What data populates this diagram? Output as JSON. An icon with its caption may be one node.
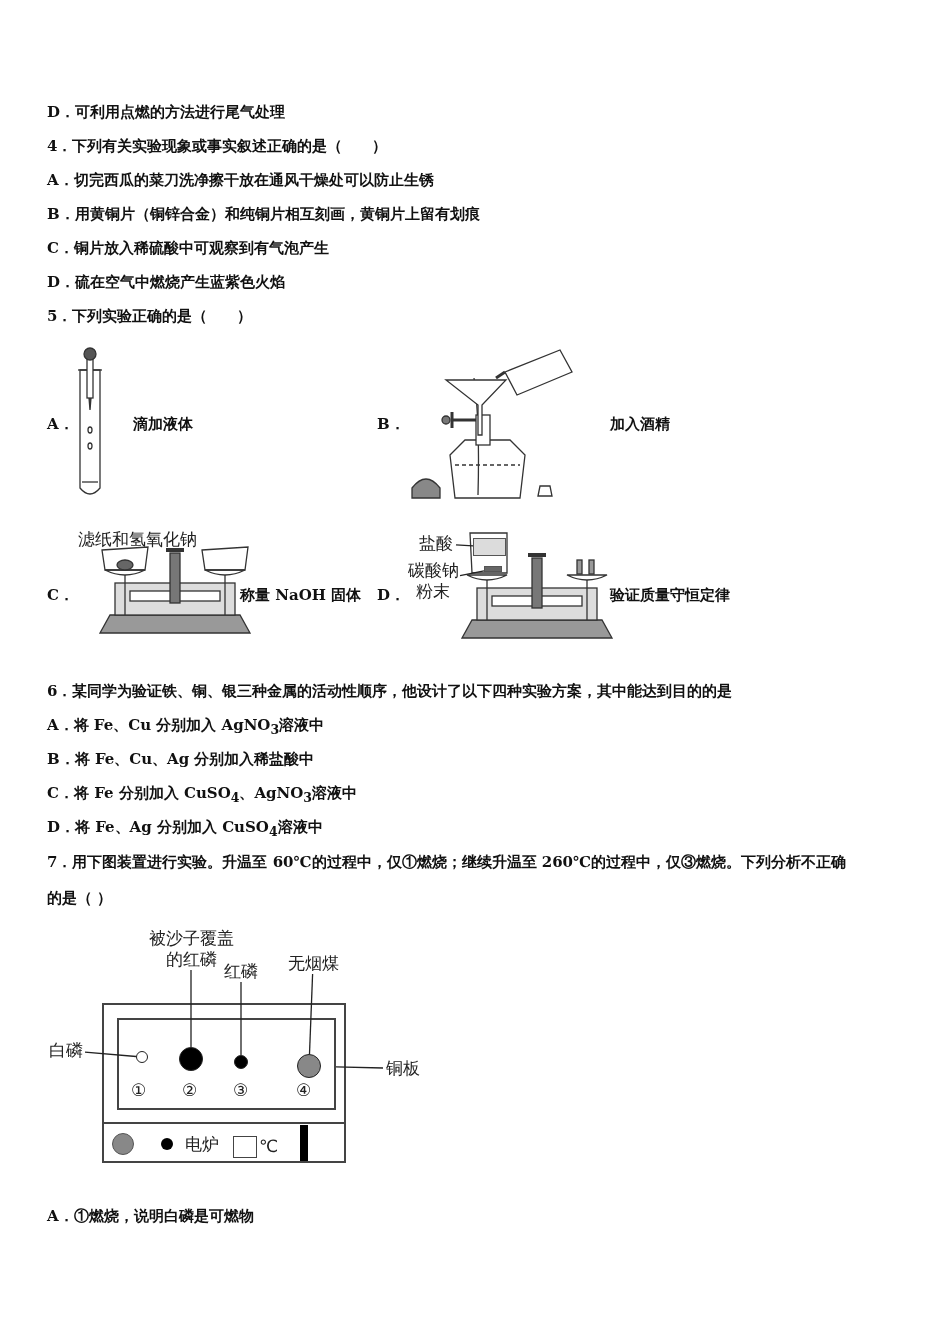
{
  "diagram": {
    "nodes": [
      {
        "text": [
          "盐酸"
        ]
      },
      {
        "text": [
          "碳酸钠粉末"
        ]
      },
      {
        "text": [
          "被沙子覆盖的红磷"
        ]
      },
      {
        "text": [
          "红磷"
        ]
      },
      {
        "text": [
          "无烟煤"
        ]
      },
      {
        "text": [
          "白磷"
        ]
      },
      {
        "text": [
          "铜板"
        ]
      },
      {
        "text": [],
        "shape": "box"
      },
      {
        "text": [],
        "shape": "box",
        "in": 7
      },
      {
        "text": [],
        "shape": "circle",
        "in": 8
      },
      {
        "text": [],
        "shape": "circle",
        "in": 8
      },
      {
        "text": [],
        "shape": "circle",
        "in": 8
      },
      {
        "text": [],
        "shape": "circle",
        "in": 8
      },
      {
        "text": [],
        "shape": "box"
      },
      {
        "text": [],
        "shape": "box"
      }
    ],
    "edges": [
      {
        "from": 0,
        "to": 13,
        "arrow": "none"
      },
      {
        "from": 1,
        "to": 14,
        "arrow": "none"
      },
      {
        "from": 2,
        "to": 10,
        "arrow": "none"
      },
      {
        "from": 3,
        "to": 11,
        "arrow": "none"
      },
      {
        "from": 4,
        "to": 12,
        "arrow": "none"
      },
      {
        "from": 5,
        "to": 9,
        "arrow": "none"
      },
      {
        "from": 6,
        "to": 8,
        "arrow": "none"
      }
    ],
    "labels": [
      "D．可利用点燃的方法进行尾气处理",
      "4．下列有关实验现象或事实叙述正确的是（　　）",
      "A．切完西瓜的菜刀洗净擦干放在通风干燥处可以防止生锈",
      "B．用黄铜片（铜锌合金）和纯铜片相互刻画，黄铜片上留有划痕",
      "C．铜片放入稀硫酸中可观察到有气泡产生",
      "D．硫在空气中燃烧产生蓝紫色火焰",
      "5．下列实验正确的是（　　）",
      "A．",
      "滴加液体",
      "B．",
      "加入酒精",
      "滤纸和氢氧化钠",
      "C．",
      "称量 NaOH 固体",
      "D．",
      "验证质量守恒定律",
      "6．某同学为验证铁、铜、银三种金属的活动性顺序，他设计了以下四种实验方案，其中能达到目的的是",
      "A．将 Fe、Cu 分别加入 AgNO$_{3}$溶液中",
      "B．将 Fe、Cu、Ag 分别加入稀盐酸中",
      "C．将 Fe 分别加入 CuSO$_{4}$、AgNO$_{3}$溶液中",
      "D．将 Fe、Ag 分别加入 CuSO$_{4}$溶液中",
      "7．用下图装置进行实验。升温至 60℃的过程中，仅①燃烧；继续升温至 260℃的过程中，仅③燃烧。下列分析不正确的是（ ）",
      "①",
      "②",
      "③",
      "④",
      "电炉",
      "℃",
      "A．①燃烧，说明白磷是可燃物"
    ]
  }
}
